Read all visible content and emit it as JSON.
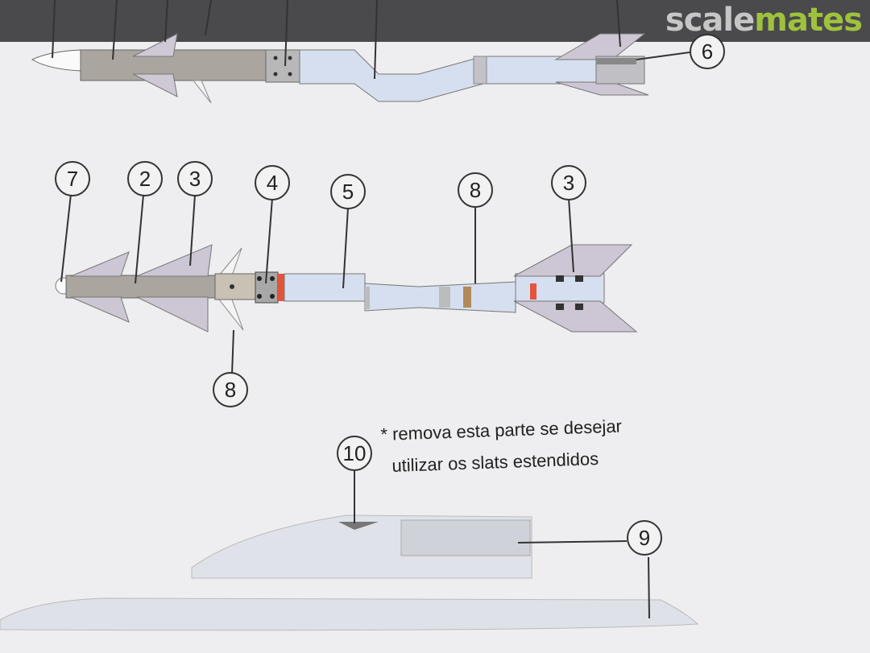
{
  "brand": {
    "part1": "scale",
    "part2": "mates"
  },
  "callouts": {
    "top_6": "6",
    "mid_7": "7",
    "mid_2": "2",
    "mid_3a": "3",
    "mid_4": "4",
    "mid_5": "5",
    "mid_8a": "8",
    "mid_3b": "3",
    "mid_8b": "8",
    "bottom_10": "10",
    "bottom_9a": "9"
  },
  "note": {
    "line1": "* remova esta parte se desejar",
    "line2": "utilizar os slats estendidos"
  },
  "colors": {
    "header": "#4a4a4c",
    "brand_grey": "#c6c6c6",
    "brand_green": "#9fc23d",
    "missile_body": "#d6dfef",
    "fin": "#cdc6d4",
    "warhead": "#b6b0a8",
    "red_band": "#e4543a"
  }
}
